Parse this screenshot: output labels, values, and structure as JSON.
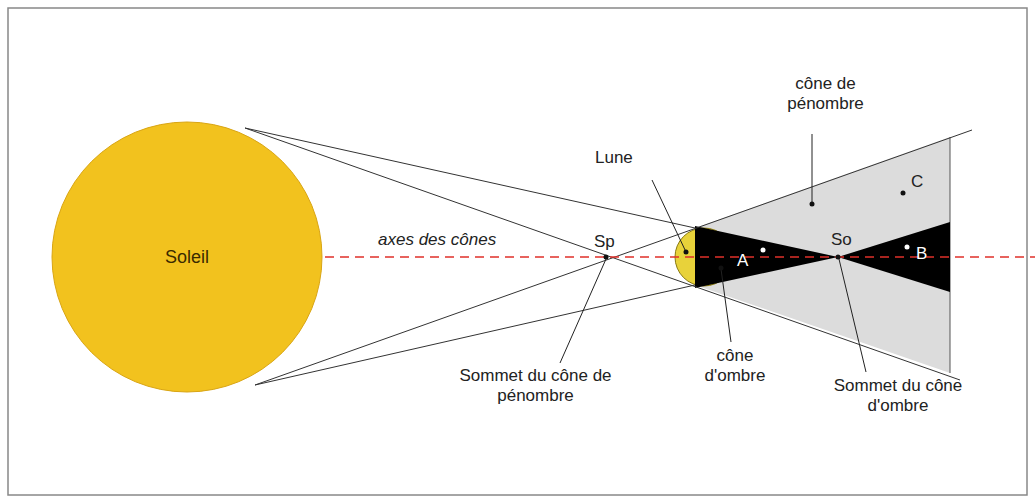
{
  "diagram": {
    "nodes": [
      {
        "text": [
          "Soleil"
        ]
      }
    ],
    "labels": [
      "Lune",
      "axes des cônes",
      "Sp",
      "cône de pénombre",
      "So",
      "A",
      "B",
      "C",
      "cône d'ombre",
      "Sommet du cône de pénombre",
      "Sommet du cône d'ombre"
    ]
  }
}
